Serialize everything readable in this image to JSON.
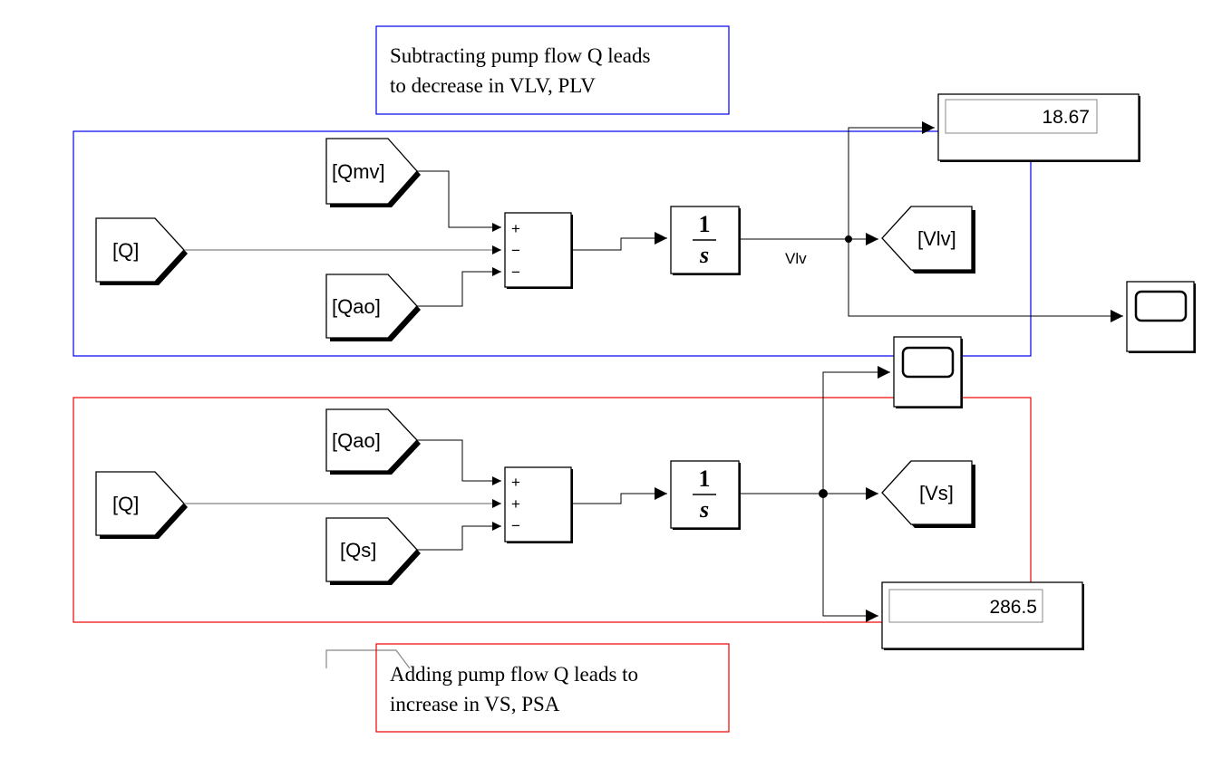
{
  "annotations": {
    "top_note": [
      "Subtracting pump flow Q leads",
      "to decrease in VLV, PLV"
    ],
    "bottom_note": [
      "Adding pump flow Q leads to",
      "increase in VS, PSA"
    ]
  },
  "top_group": {
    "from_mv": "[Qmv]",
    "from_q": "[Q]",
    "from_ao": "[Qao]",
    "sum_signs": [
      "+",
      "−",
      "−"
    ],
    "integrator_num": "1",
    "integrator_den": "s",
    "signal_label": "Vlv",
    "goto": "[Vlv]",
    "display_value": "18.67"
  },
  "bottom_group": {
    "from_ao": "[Qao]",
    "from_q": "[Q]",
    "from_s": "[Qs]",
    "sum_signs": [
      "+",
      "+",
      "−"
    ],
    "integrator_num": "1",
    "integrator_den": "s",
    "goto": "[Vs]",
    "display_value": "286.5"
  },
  "colors": {
    "top_area": "#0000ee",
    "bottom_area": "#ee0000"
  }
}
